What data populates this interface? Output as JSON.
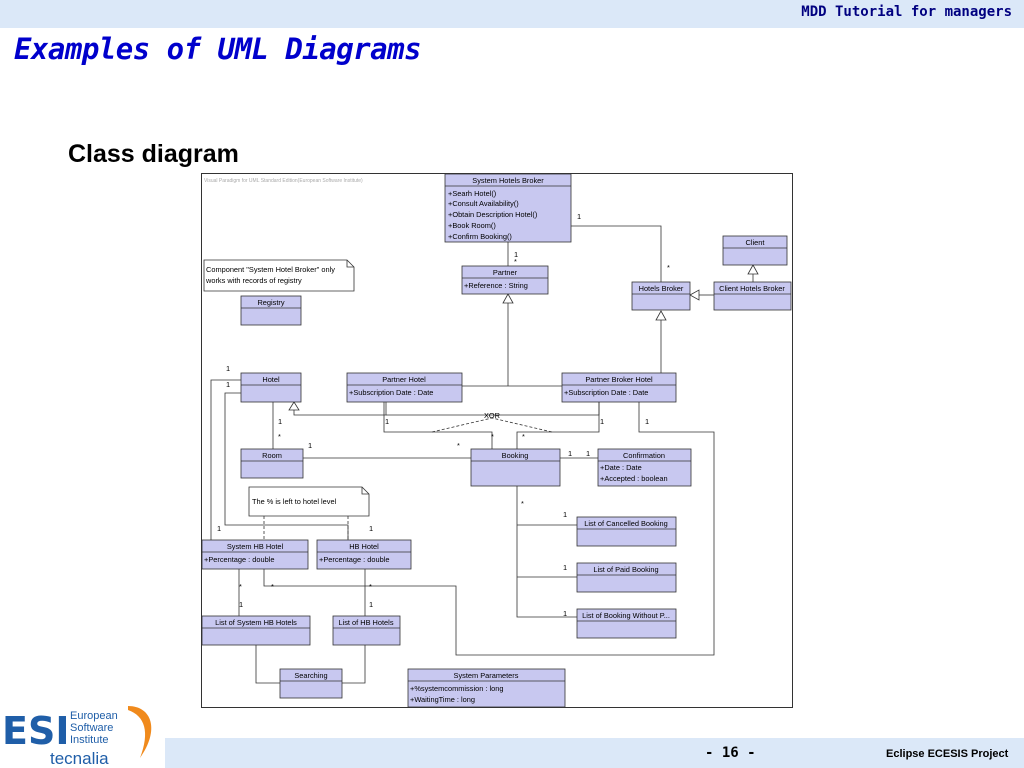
{
  "header": {
    "right_label": "MDD Tutorial for managers"
  },
  "slide": {
    "title": "Examples of UML Diagrams",
    "subtitle": "Class diagram"
  },
  "diagram": {
    "watermark": "Visual Paradigm for UML Standard Edition(European Software Institute)",
    "classes": {
      "system_hotels_broker": {
        "name": "System Hotels Broker",
        "ops": [
          "+Searh Hotel()",
          "+Consult Availability()",
          "+Obtain Description Hotel()",
          "+Book Room()",
          "+Confirm Booking()"
        ]
      },
      "partner": {
        "name": "Partner",
        "attrs": [
          "+Reference : String"
        ]
      },
      "hotels_broker": {
        "name": "Hotels Broker"
      },
      "client": {
        "name": "Client"
      },
      "client_hotels_broker": {
        "name": "Client Hotels Broker"
      },
      "registry": {
        "name": "Registry"
      },
      "hotel": {
        "name": "Hotel"
      },
      "partner_hotel": {
        "name": "Partner Hotel",
        "attrs": [
          "+Subscription Date : Date"
        ]
      },
      "partner_broker_hotel": {
        "name": "Partner Broker Hotel",
        "attrs": [
          "+Subscription Date : Date"
        ]
      },
      "room": {
        "name": "Room"
      },
      "booking": {
        "name": "Booking"
      },
      "confirmation": {
        "name": "Confirmation",
        "attrs": [
          "+Date : Date",
          "+Accepted : boolean"
        ]
      },
      "system_hb_hotel": {
        "name": "System HB Hotel",
        "attrs": [
          "+Percentage : double"
        ]
      },
      "hb_hotel": {
        "name": "HB Hotel",
        "attrs": [
          "+Percentage : double"
        ]
      },
      "list_cancelled": {
        "name": "List of Cancelled Booking"
      },
      "list_paid": {
        "name": "List of Paid Booking"
      },
      "list_without": {
        "name": "List of Booking Without P..."
      },
      "list_system_hb": {
        "name": "List of System HB Hotels"
      },
      "list_hb": {
        "name": "List of HB Hotels"
      },
      "searching": {
        "name": "Searching"
      },
      "system_parameters": {
        "name": "System Parameters",
        "attrs": [
          "+%systemcommission : long",
          "+WaitingTime : long"
        ]
      }
    },
    "notes": {
      "component_note": [
        "Component \"System Hotel Broker\" only",
        "works with records of registry"
      ],
      "percent_note": [
        "The % is left to hotel level"
      ]
    },
    "labels": {
      "one": "1",
      "many": "*",
      "xor": "XOR"
    }
  },
  "footer": {
    "page_number": "- 16 -",
    "project": "Eclipse ECESIS Project"
  },
  "logo": {
    "acronym": "ESI",
    "line1": "European",
    "line2": "Software",
    "line3": "Institute",
    "company": "tecnalia"
  },
  "colors": {
    "title": "#0000cc",
    "band": "#dbe8f8",
    "class_fill": "#c8c8f0",
    "logo_blue": "#1f5ea8",
    "logo_orange": "#f08a1c"
  }
}
